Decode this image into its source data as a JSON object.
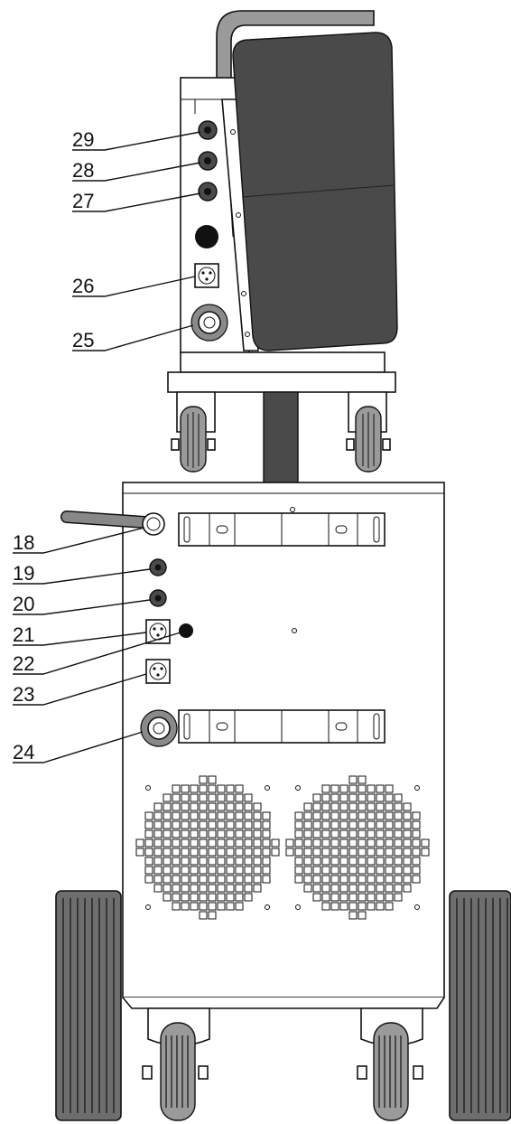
{
  "callouts": [
    {
      "id": "29",
      "label": "29"
    },
    {
      "id": "28",
      "label": "28"
    },
    {
      "id": "27",
      "label": "27"
    },
    {
      "id": "26",
      "label": "26"
    },
    {
      "id": "25",
      "label": "25"
    },
    {
      "id": "18",
      "label": "18"
    },
    {
      "id": "19",
      "label": "19"
    },
    {
      "id": "20",
      "label": "20"
    },
    {
      "id": "21",
      "label": "21"
    },
    {
      "id": "22",
      "label": "22"
    },
    {
      "id": "23",
      "label": "23"
    },
    {
      "id": "24",
      "label": "24"
    }
  ],
  "colors": {
    "ink": "#111111",
    "panel": "#4a4a4a",
    "tyre": "#6e6e6e",
    "background": "#ffffff"
  }
}
